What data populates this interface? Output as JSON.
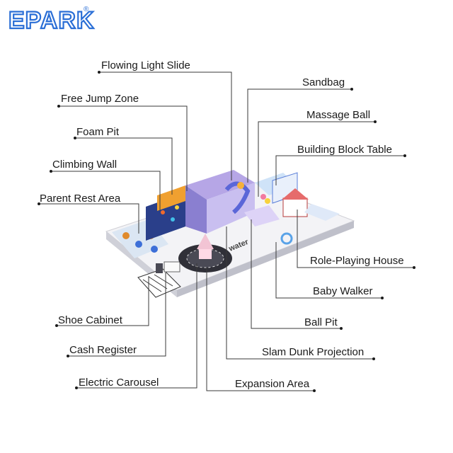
{
  "brand": {
    "logo_text": "EPARK",
    "registered_mark": "®"
  },
  "colors": {
    "accent": "#2b6fd6",
    "platform": "#f2f2f4",
    "leader": "#3a3a3a"
  },
  "floor_text": "water",
  "labels": {
    "flowing_light_slide": "Flowing Light Slide",
    "free_jump_zone": "Free Jump Zone",
    "foam_pit": "Foam Pit",
    "climbing_wall": "Climbing Wall",
    "parent_rest_area": "Parent Rest Area",
    "shoe_cabinet": "Shoe Cabinet",
    "cash_register": "Cash Register",
    "electric_carousel": "Electric Carousel",
    "sandbag": "Sandbag",
    "massage_ball": "Massage Ball",
    "building_block_table": "Building Block Table",
    "role_playing_house": "Role-Playing House",
    "baby_walker": "Baby Walker",
    "ball_pit": "Ball Pit",
    "slam_dunk_projection": "Slam Dunk Projection",
    "expansion_area": "Expansion Area"
  }
}
